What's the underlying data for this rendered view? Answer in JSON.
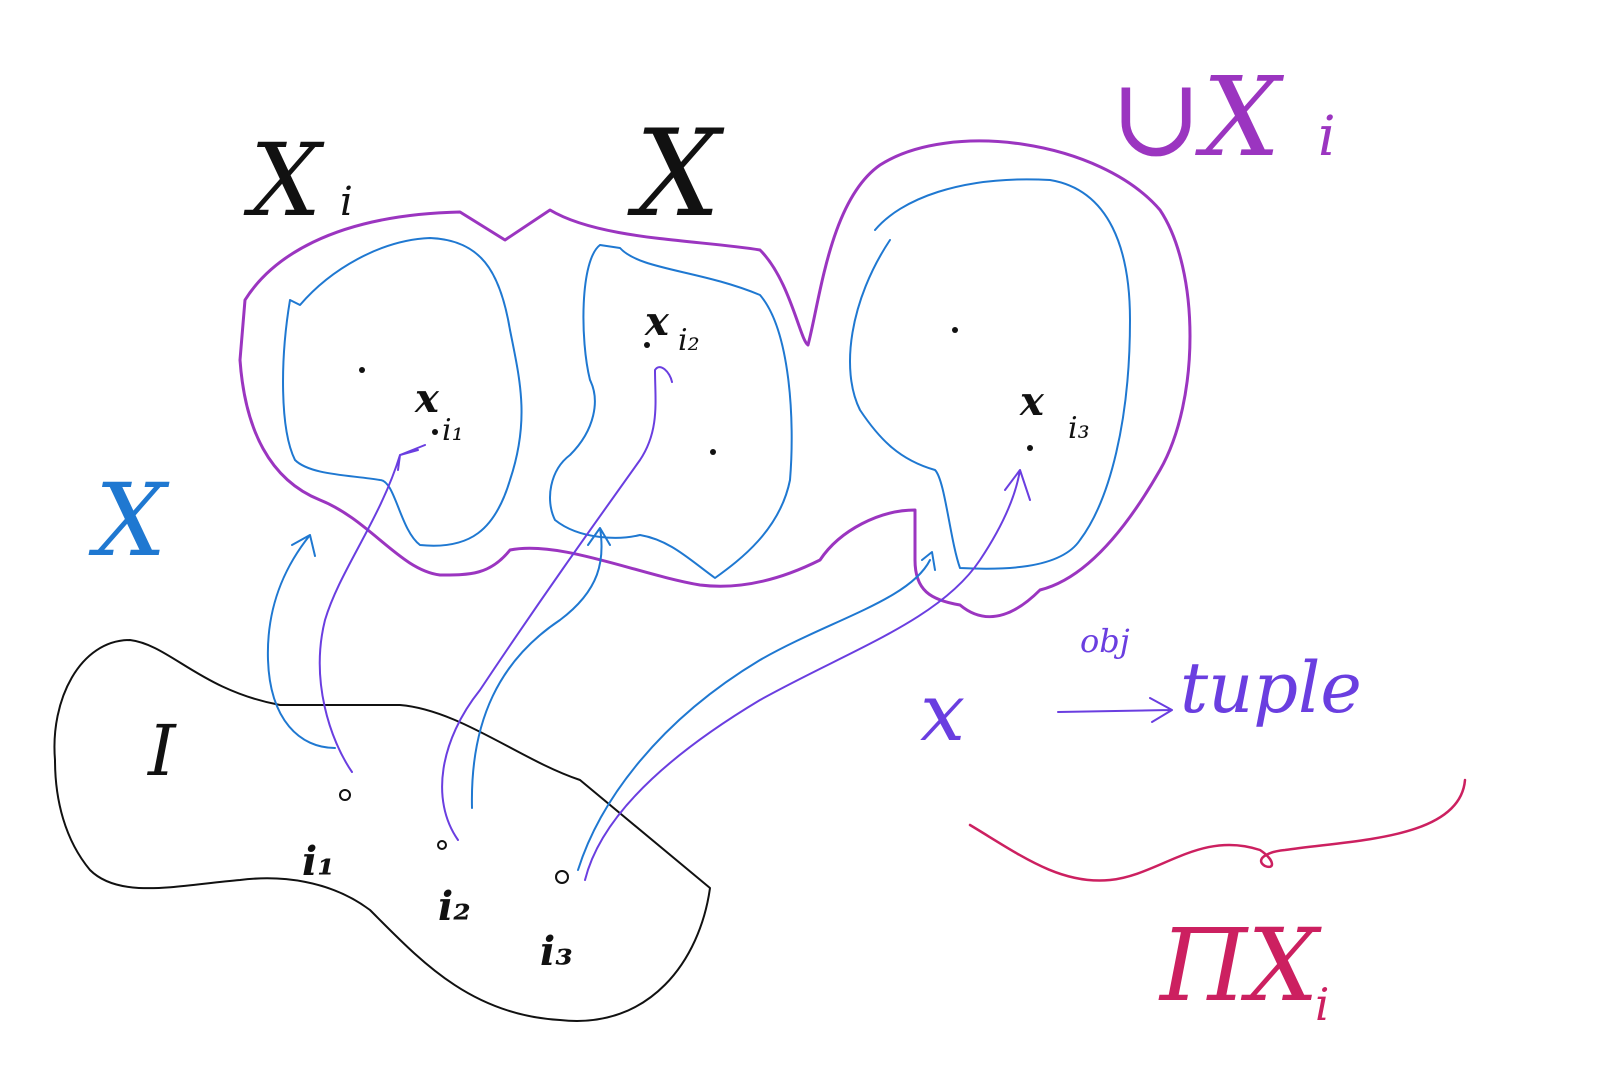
{
  "colors": {
    "ink": "#111111",
    "blue": "#1f78d1",
    "purple": "#9b35c0",
    "violet": "#6a3ee0",
    "crimson": "#cc2060"
  },
  "labels": {
    "Xi_top": "X",
    "Xi_top_sub": "i",
    "X_top_cross": "X",
    "union": "∪X",
    "union_sub": "i",
    "X_blue": "X",
    "x_i1": "x",
    "x_i1_sub": "i₁",
    "x_i2": "x",
    "x_i2_sub": "i₂",
    "x_i3": "x",
    "x_i3_sub": "i₃",
    "index_set": "I",
    "i1": "i₁",
    "i2": "i₂",
    "i3": "i₃",
    "obj": "obj",
    "x_map": "x",
    "tuple": "tuple",
    "product": "ΠX",
    "product_sub": "i"
  }
}
